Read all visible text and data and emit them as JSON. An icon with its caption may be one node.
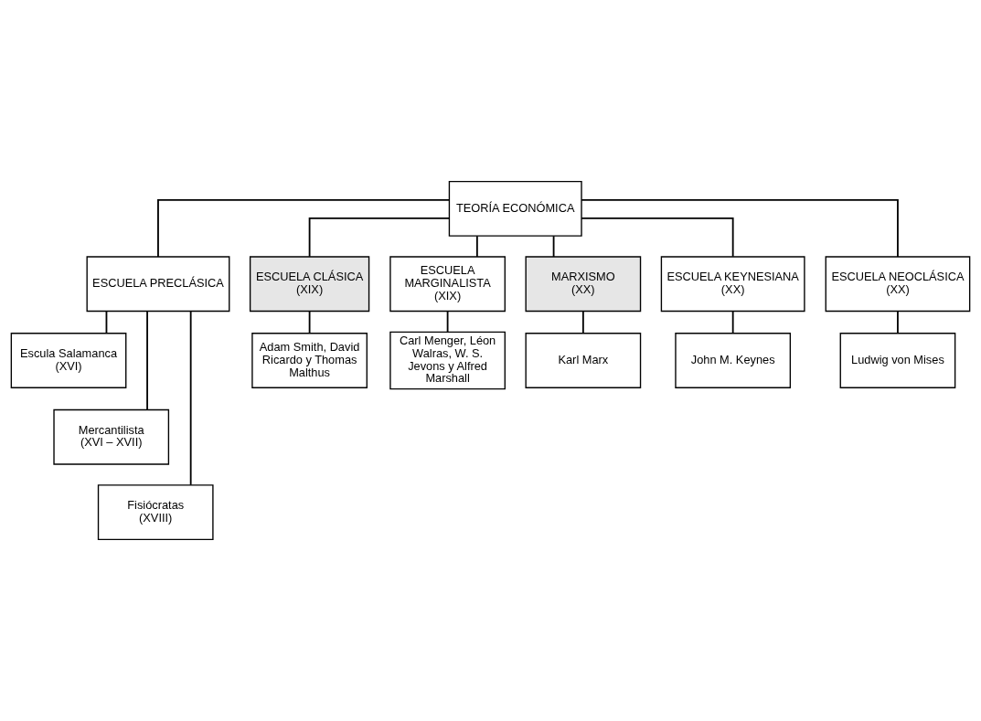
{
  "diagram": {
    "nodes": [
      {
        "text": [
          "TEORÍA ECONÓMICA"
        ]
      },
      {
        "text": [
          "ESCUELA PRECLÁSICA"
        ]
      },
      {
        "text": [
          "Escula Salamanca",
          "(XVI)"
        ]
      },
      {
        "text": [
          "Mercantilista",
          "(XVI – XVII)"
        ]
      },
      {
        "text": [
          "Fisiócratas",
          "(XVIII)"
        ]
      },
      {
        "text": [
          "ESCUELA CLÁSICA",
          "(XIX)"
        ]
      },
      {
        "text": [
          "ESCUELA MARGINALISTA",
          "(XIX)"
        ]
      },
      {
        "text": [
          "MARXISMO",
          "(XX)"
        ]
      },
      {
        "text": [
          "ESCUELA KEYNESIANA",
          "(XX)"
        ]
      },
      {
        "text": [
          "ESCUELA NEOCLÁSICA",
          "(XX)"
        ]
      },
      {
        "text": [
          "Adam Smith, David Ricardo y Thomas Malthus"
        ]
      },
      {
        "text": [
          "Carl Menger, Léon Walras, W. S. Jevons y Alfred Marshall"
        ]
      },
      {
        "text": [
          "Karl Marx"
        ]
      },
      {
        "text": [
          "John M. Keynes"
        ]
      },
      {
        "text": [
          "Ludwig von Mises"
        ]
      }
    ],
    "edges": [
      {
        "from": 0,
        "to": 1,
        "arrow": "none"
      },
      {
        "from": 1,
        "to": 2,
        "arrow": "none"
      },
      {
        "from": 1,
        "to": 3,
        "arrow": "none"
      },
      {
        "from": 1,
        "to": 4,
        "arrow": "none"
      },
      {
        "from": 0,
        "to": 5,
        "arrow": "none"
      },
      {
        "from": 0,
        "to": 6,
        "arrow": "none"
      },
      {
        "from": 0,
        "to": 7,
        "arrow": "none"
      },
      {
        "from": 0,
        "to": 8,
        "arrow": "none"
      },
      {
        "from": 0,
        "to": 9,
        "arrow": "none"
      },
      {
        "from": 5,
        "to": 10,
        "arrow": "none"
      },
      {
        "from": 6,
        "to": 11,
        "arrow": "none"
      },
      {
        "from": 7,
        "to": 12,
        "arrow": "none"
      },
      {
        "from": 8,
        "to": 13,
        "arrow": "none"
      },
      {
        "from": 9,
        "to": 14,
        "arrow": "none"
      }
    ]
  }
}
